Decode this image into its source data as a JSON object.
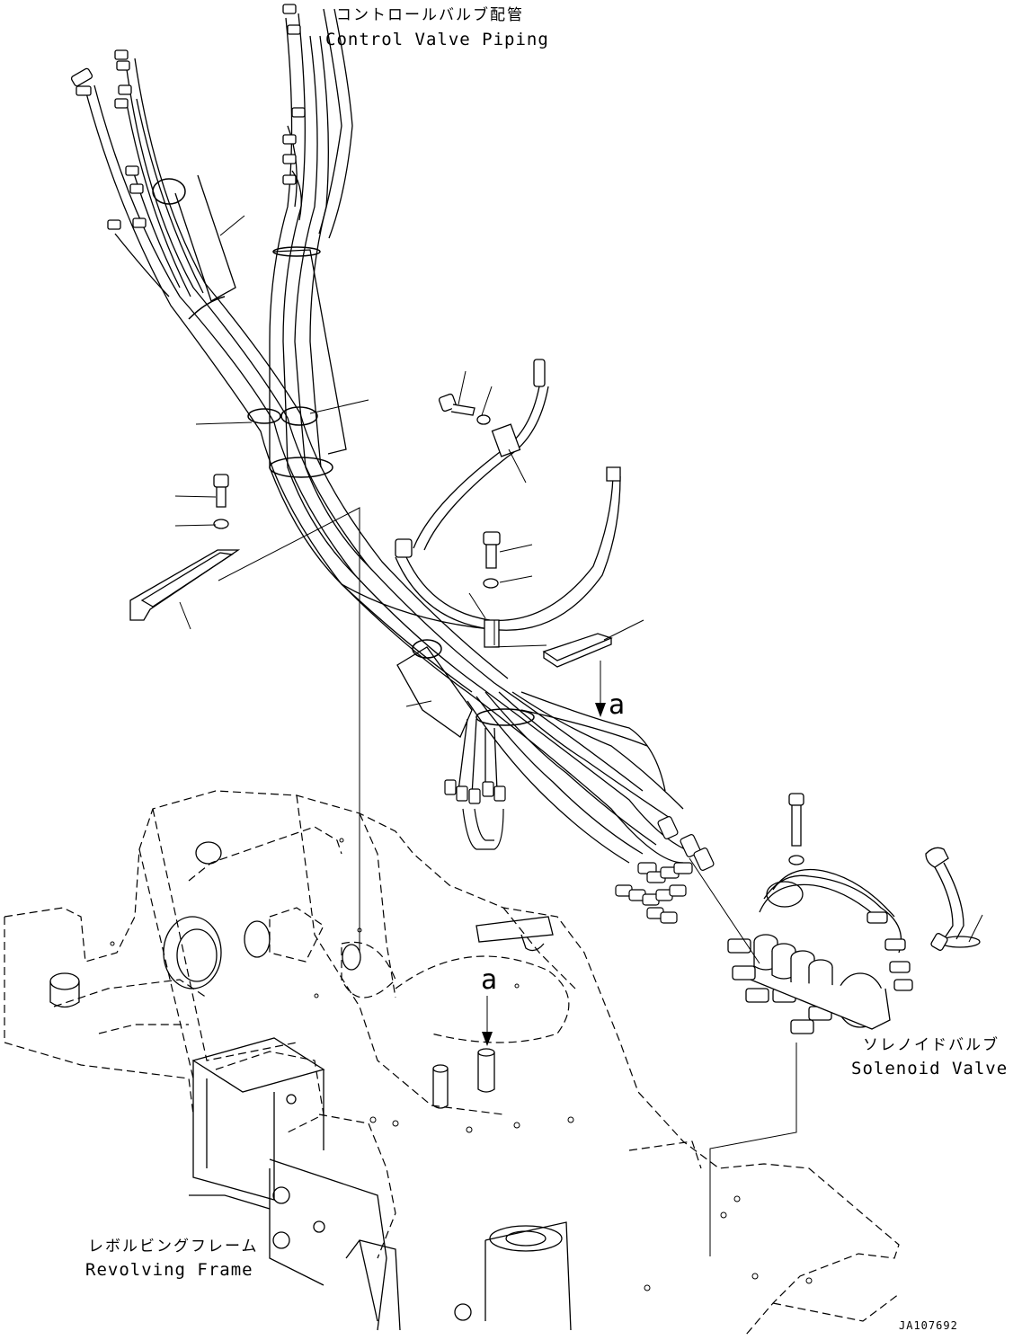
{
  "labels": {
    "control_valve_jp": "コントロールバルブ配管",
    "control_valve_en": "Control Valve Piping",
    "solenoid_jp": "ソレノイドバルブ",
    "solenoid_en": "Solenoid Valve",
    "frame_jp": "レボルビングフレーム",
    "frame_en": "Revolving Frame"
  },
  "view_refs": {
    "upper": "a",
    "lower": "a"
  },
  "drawing_code": "JA107692"
}
